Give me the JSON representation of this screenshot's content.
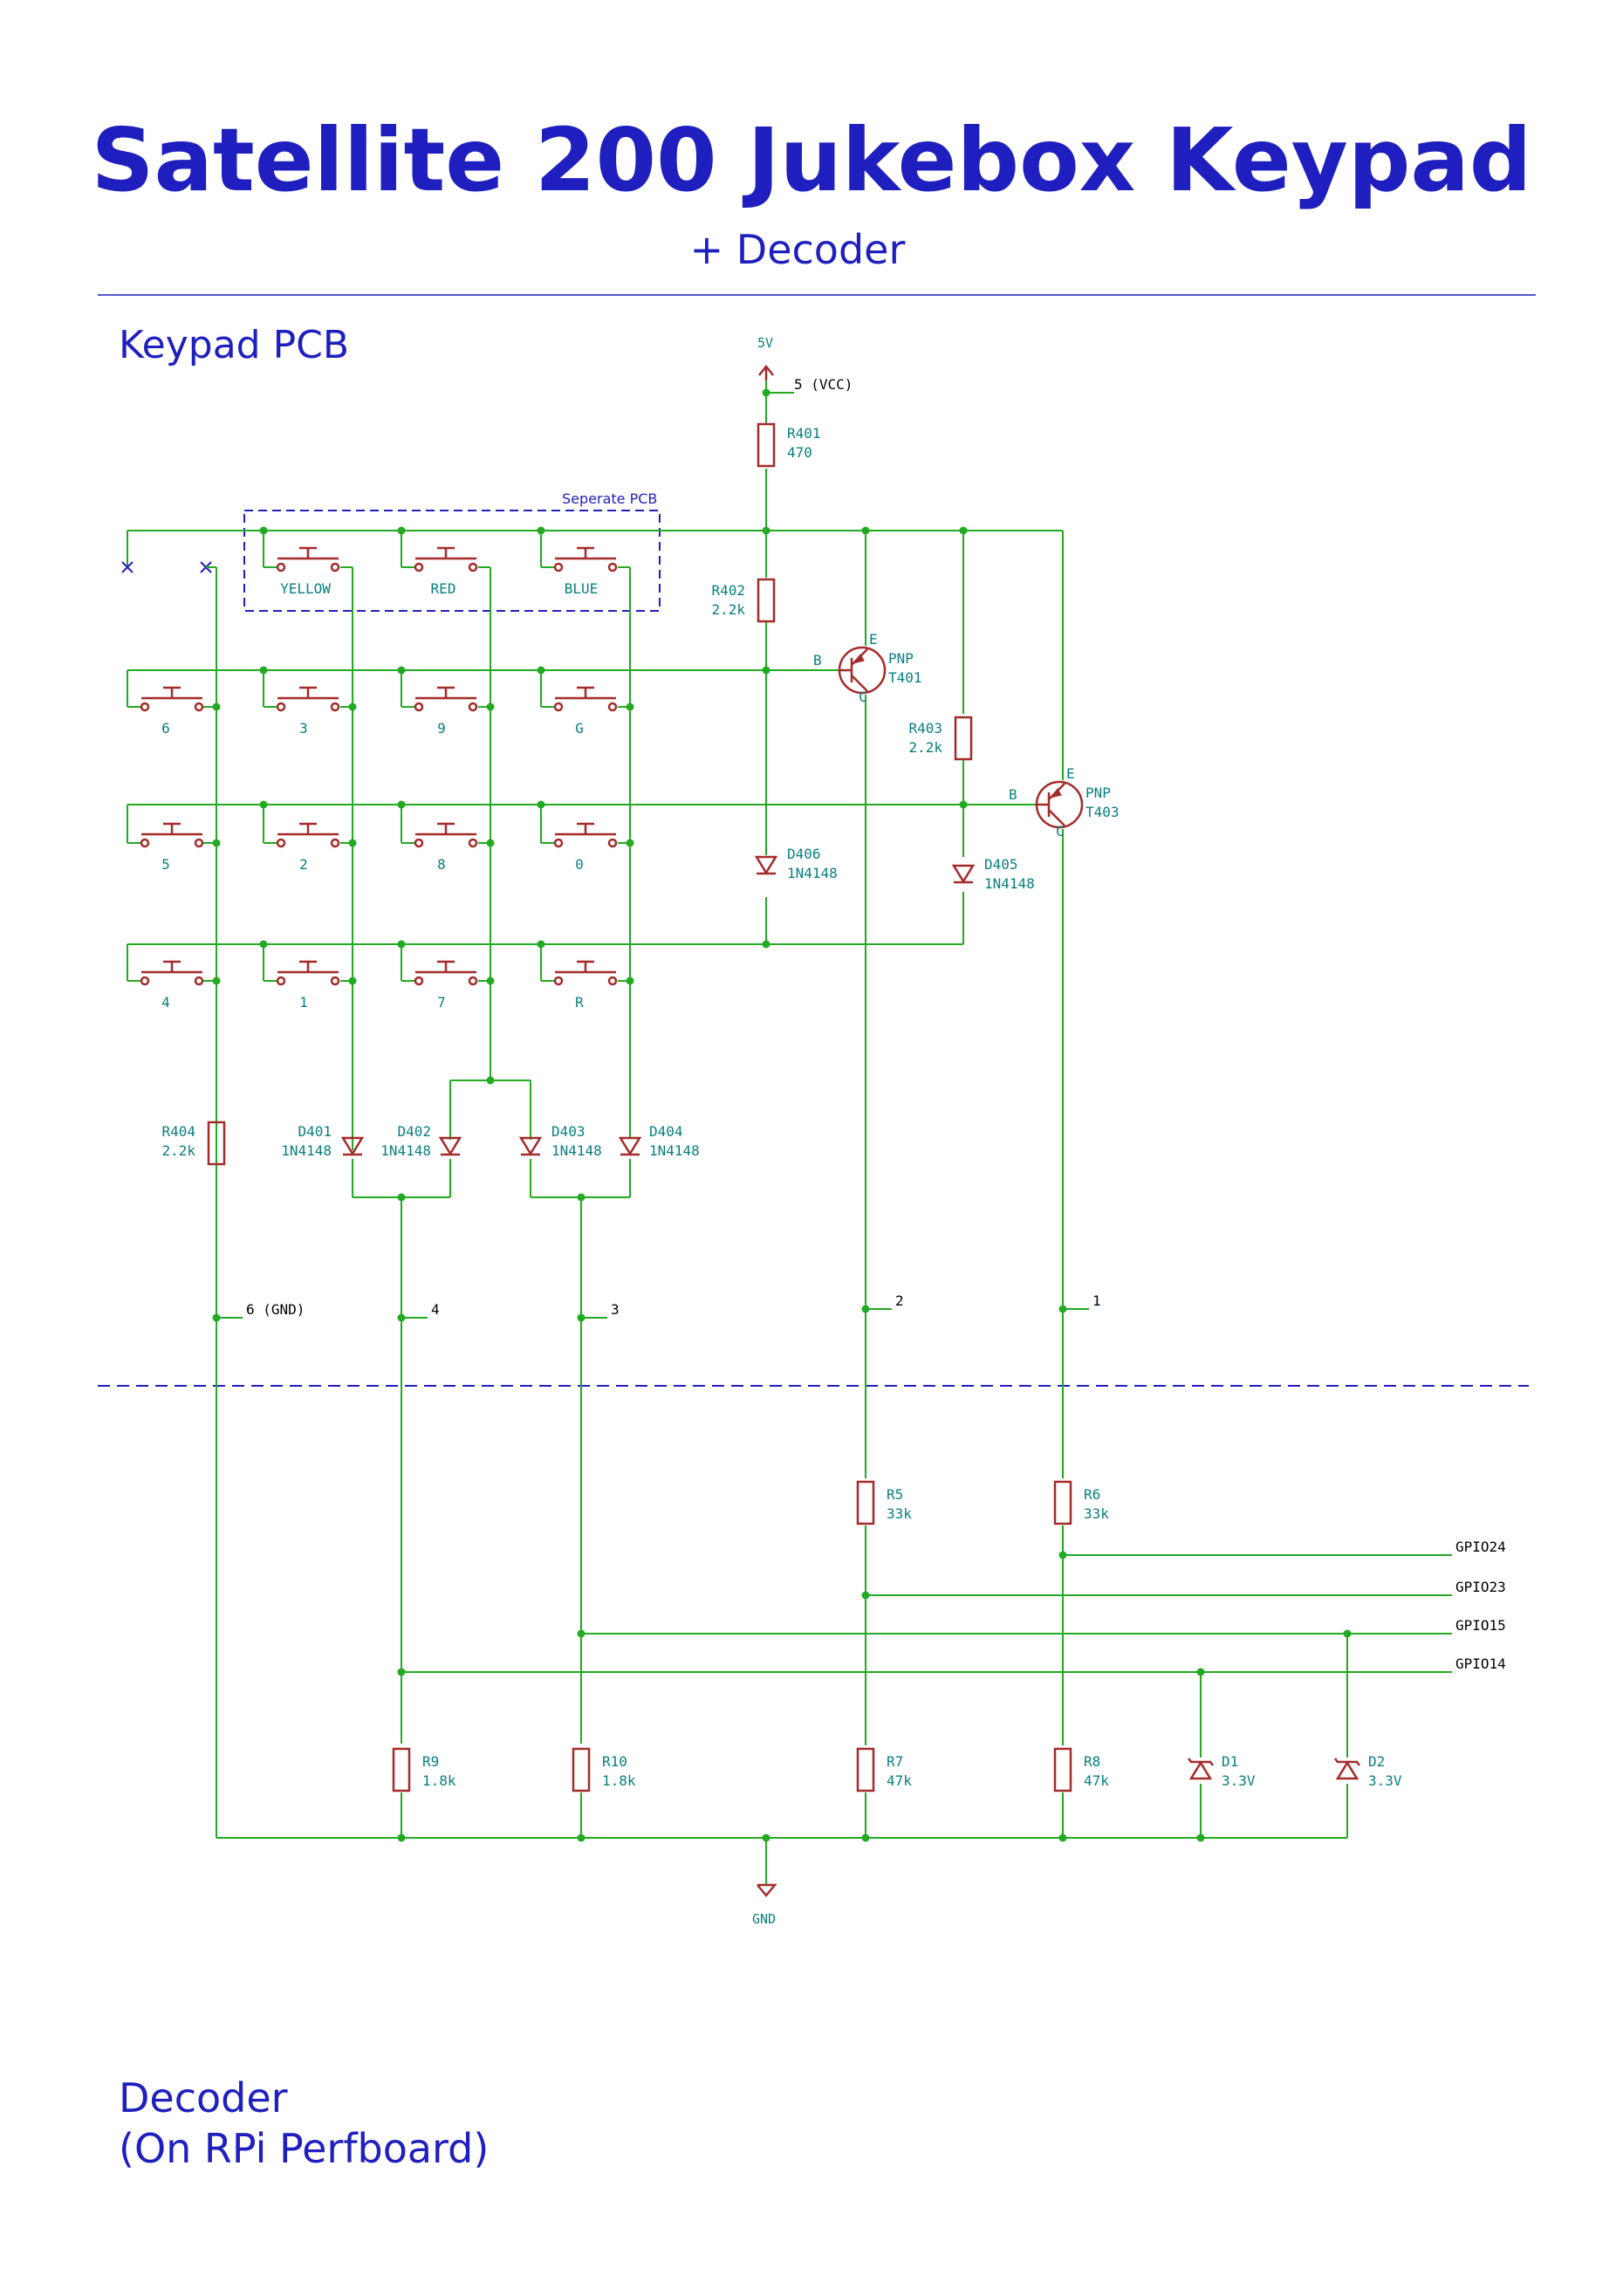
{
  "title": "Satellite 200 Jukebox Keypad",
  "subtitle": "+ Decoder",
  "sections": {
    "keypad": "Keypad PCB",
    "decoder_line1": "Decoder",
    "decoder_line2": "(On RPi Perfboard)",
    "separate_pcb": "Seperate PCB"
  },
  "power": {
    "vcc": "5V",
    "gnd": "GND"
  },
  "nets": {
    "n5": "5 (VCC)",
    "n6": "6 (GND)",
    "n4": "4",
    "n3": "3",
    "n2": "2",
    "n1": "1",
    "gpio24": "GPIO24",
    "gpio23": "GPIO23",
    "gpio15": "GPIO15",
    "gpio14": "GPIO14"
  },
  "keys": {
    "yellow": "YELLOW",
    "red": "RED",
    "blue": "BLUE",
    "k6": "6",
    "k3": "3",
    "k9": "9",
    "kG": "G",
    "k5": "5",
    "k2": "2",
    "k8": "8",
    "k0": "0",
    "k4": "4",
    "k1": "1",
    "k7": "7",
    "kR": "R"
  },
  "components": {
    "R401": {
      "ref": "R401",
      "value": "470"
    },
    "R402": {
      "ref": "R402",
      "value": "2.2k"
    },
    "R403": {
      "ref": "R403",
      "value": "2.2k"
    },
    "R404": {
      "ref": "R404",
      "value": "2.2k"
    },
    "T401": {
      "ref": "T401",
      "type": "PNP"
    },
    "T403": {
      "ref": "T403",
      "type": "PNP"
    },
    "D401": {
      "ref": "D401",
      "value": "1N4148"
    },
    "D402": {
      "ref": "D402",
      "value": "1N4148"
    },
    "D403": {
      "ref": "D403",
      "value": "1N4148"
    },
    "D404": {
      "ref": "D404",
      "value": "1N4148"
    },
    "D405": {
      "ref": "D405",
      "value": "1N4148"
    },
    "D406": {
      "ref": "D406",
      "value": "1N4148"
    },
    "R5": {
      "ref": "R5",
      "value": "33k"
    },
    "R6": {
      "ref": "R6",
      "value": "33k"
    },
    "R7": {
      "ref": "R7",
      "value": "47k"
    },
    "R8": {
      "ref": "R8",
      "value": "47k"
    },
    "R9": {
      "ref": "R9",
      "value": "1.8k"
    },
    "R10": {
      "ref": "R10",
      "value": "1.8k"
    },
    "D1": {
      "ref": "D1",
      "value": "3.3V"
    },
    "D2": {
      "ref": "D2",
      "value": "3.3V"
    }
  },
  "pins": {
    "base": "B",
    "collector": "C",
    "emitter": "E"
  },
  "colors": {
    "wire": "#22aa22",
    "component": "#a52a2a",
    "label": "#087f7f",
    "annotation": "#1f1fbf"
  }
}
